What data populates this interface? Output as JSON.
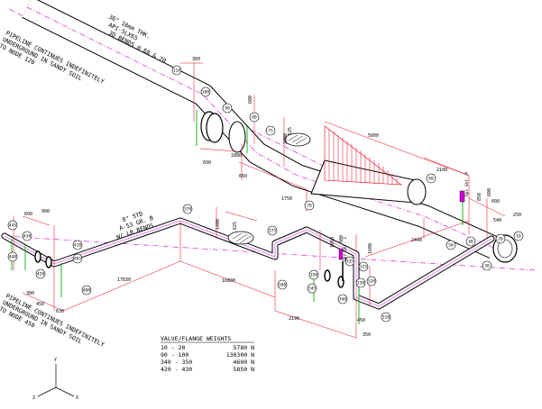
{
  "notes": {
    "pipe_spec_1": "36\" 18mm THK.",
    "pipe_spec_2": "API-5LX65",
    "pipe_spec_3": "3D BENDS @ 60 & 70",
    "underground_1_line1": "PIPELINE CONTINUES INDEFINITELY",
    "underground_1_line2": "UNDERGROUND IN SANDY SOIL",
    "underground_1_line3": "TO NODE 120",
    "small_spec_1": "8\" STD",
    "small_spec_2": "A-53 GR. B",
    "small_spec_3": "W/ LR BENDS",
    "underground_2_line1": "PIPELINE CONTINUES INDEFINITELY",
    "underground_2_line2": "UNDERGROUND IN SANDY SOIL",
    "underground_2_line3": "TO NODE 450",
    "support_1": "Spr Sht. P",
    "support_2": "Spr Sht. 2"
  },
  "valve_table": {
    "title": "VALVE/FLANGE WEIGHTS",
    "rows": [
      {
        "nodes": "10  -  20",
        "weight": "5780 N"
      },
      {
        "nodes": "90  -  100",
        "weight": "130300 N"
      },
      {
        "nodes": "340  -  350",
        "weight": "4600 N"
      },
      {
        "nodes": "420  -  430",
        "weight": "5850 N"
      }
    ]
  },
  "axes": {
    "y": "Y",
    "z": "Z",
    "x": "X"
  },
  "nodes": [
    "110",
    "100",
    "90",
    "80",
    "75",
    "70",
    "60",
    "50",
    "40",
    "30",
    "20",
    "10",
    "445",
    "440",
    "430",
    "420",
    "410",
    "405",
    "400",
    "370",
    "375",
    "360",
    "350",
    "345",
    "340",
    "335",
    "325",
    "320",
    "330",
    "310"
  ],
  "dimensions": [
    "360",
    "600",
    "625",
    "5000",
    "1880",
    "600",
    "1750",
    "2100",
    "600",
    "850",
    "250",
    "600",
    "650",
    "540",
    "2890",
    "1400",
    "625",
    "1050",
    "300",
    "1600",
    "900",
    "450",
    "600",
    "300",
    "630",
    "17830",
    "16800",
    "2190",
    "450",
    "350",
    "2440"
  ]
}
